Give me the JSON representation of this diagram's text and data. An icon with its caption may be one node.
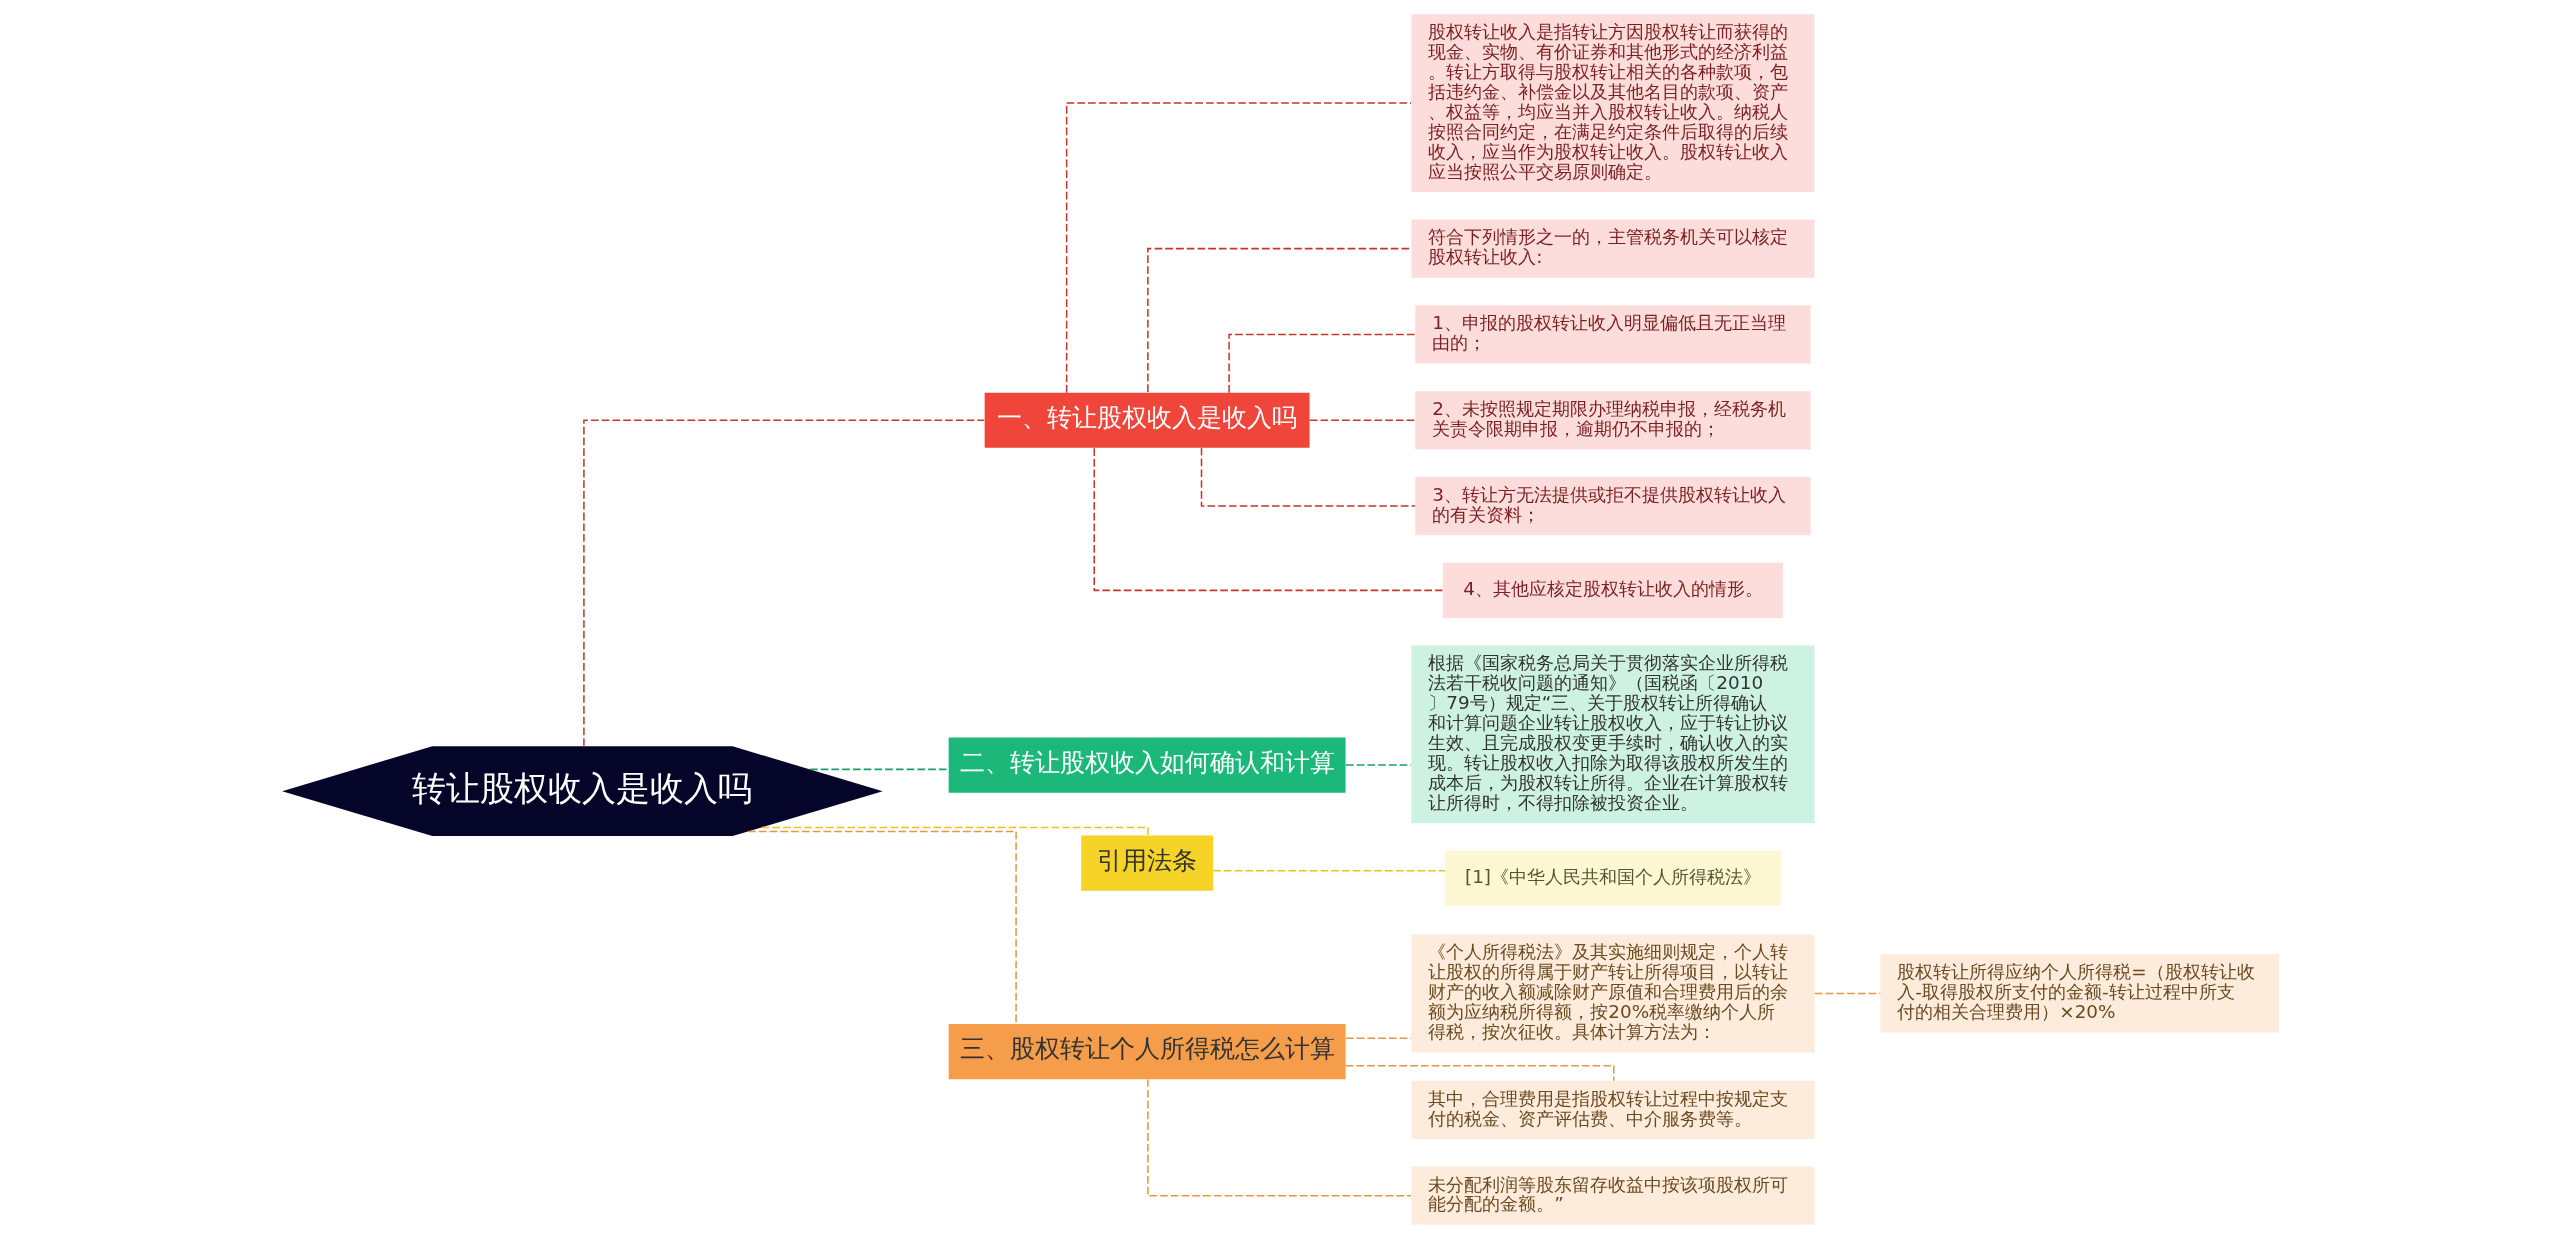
{
  "diagram": {
    "nodes": [
      {
        "text": [
          "转让股权收入是收入吗"
        ]
      },
      {
        "text": [
          "一、转让股权收入是收入吗"
        ]
      },
      {
        "text": [
          "股权转让收入是指转让方因股权转让而获得的现金、实物、有价证券和其他形式的经济利益。转让方取得与股权转让相关的各种款项，包括违约金、补偿金以及其他名目的款项、资产、权益等，均应当并入股权转让收入。纳税人按照合同约定，在满足约定条件后取得的后续收入，应当作为股权转让收入。股权转让收入应当按照公平交易原则确定。"
        ]
      },
      {
        "text": [
          "符合下列情形之一的，主管税务机关可以核定股权转让收入:"
        ]
      },
      {
        "text": [
          "1、申报的股权转让收入明显偏低且无正当理由的；"
        ]
      },
      {
        "text": [
          "2、未按照规定期限办理纳税申报，经税务机关责令限期申报，逾期仍不申报的；"
        ]
      },
      {
        "text": [
          "3、转让方无法提供或拒不提供股权转让收入的有关资料；"
        ]
      },
      {
        "text": [
          "4、其他应核定股权转让收入的情形。"
        ]
      },
      {
        "text": [
          "二、转让股权收入如何确认和计算"
        ]
      },
      {
        "text": [
          "根据《国家税务总局关于贯彻落实企业所得税法若干税收问题的通知》（国税函〔2010〕79号）规定“三、关于股权转让所得确认和计算问题企业转让股权收入，应于转让协议生效、且完成股权变更手续时，确认收入的实现。转让股权收入扣除为取得该股权所发生的成本后，为股权转让所得。企业在计算股权转让所得时，不得扣除被投资企业。"
        ]
      },
      {
        "text": [
          "引用法条"
        ]
      },
      {
        "text": [
          "[1]《中华人民共和国个人所得税法》"
        ]
      },
      {
        "text": [
          "三、股权转让个人所得税怎么计算"
        ]
      },
      {
        "text": [
          "《个人所得税法》及其实施细则规定，个人转让股权的所得属于财产转让所得项目，以转让财产的收入额减除财产原值和合理费用后的余额为应纳税所得额，按20%税率缴纳个人所得税，按次征收。具体计算方法为："
        ]
      },
      {
        "text": [
          "股权转让所得应纳个人所得税=（股权转让收入-取得股权所支付的金额-转让过程中所支付的相关合理费用）×20%"
        ]
      },
      {
        "text": [
          "其中，合理费用是指股权转让过程中按规定支付的税金、资产评估费、中介服务费等。"
        ]
      },
      {
        "text": [
          "未分配利润等股东留存收益中按该项股权所可能分配的金额。”"
        ]
      }
    ],
    "edges": [
      {
        "from": 0,
        "to": 1,
        "arrow": "none",
        "style": "dashed",
        "color": "#c0392b"
      },
      {
        "from": 1,
        "to": 2,
        "arrow": "none",
        "style": "dashed",
        "color": "#c0392b"
      },
      {
        "from": 1,
        "to": 3,
        "arrow": "none",
        "style": "dashed",
        "color": "#c0392b"
      },
      {
        "from": 1,
        "to": 4,
        "arrow": "none",
        "style": "dashed",
        "color": "#c0392b"
      },
      {
        "from": 1,
        "to": 5,
        "arrow": "none",
        "style": "dashed",
        "color": "#c0392b"
      },
      {
        "from": 1,
        "to": 6,
        "arrow": "none",
        "style": "dashed",
        "color": "#c0392b"
      },
      {
        "from": 1,
        "to": 7,
        "arrow": "none",
        "style": "dashed",
        "color": "#c0392b"
      },
      {
        "from": 0,
        "to": 8,
        "arrow": "none",
        "style": "dashed",
        "color": "#1a9e6a"
      },
      {
        "from": 8,
        "to": 9,
        "arrow": "none",
        "style": "dashed",
        "color": "#1a9e6a"
      },
      {
        "from": 0,
        "to": 10,
        "arrow": "none",
        "style": "dashed",
        "color": "#e6c619"
      },
      {
        "from": 10,
        "to": 11,
        "arrow": "none",
        "style": "dashed",
        "color": "#e6c619"
      },
      {
        "from": 0,
        "to": 12,
        "arrow": "none",
        "style": "dashed",
        "color": "#e8963f"
      },
      {
        "from": 12,
        "to": 13,
        "arrow": "none",
        "style": "dashed",
        "color": "#e8963f"
      },
      {
        "from": 13,
        "to": 14,
        "arrow": "none",
        "style": "dashed",
        "color": "#e8963f"
      },
      {
        "from": 12,
        "to": 15,
        "arrow": "none",
        "style": "dashed",
        "color": "#e8963f"
      },
      {
        "from": 12,
        "to": 16,
        "arrow": "none",
        "style": "dashed",
        "color": "#e8963f"
      }
    ]
  }
}
